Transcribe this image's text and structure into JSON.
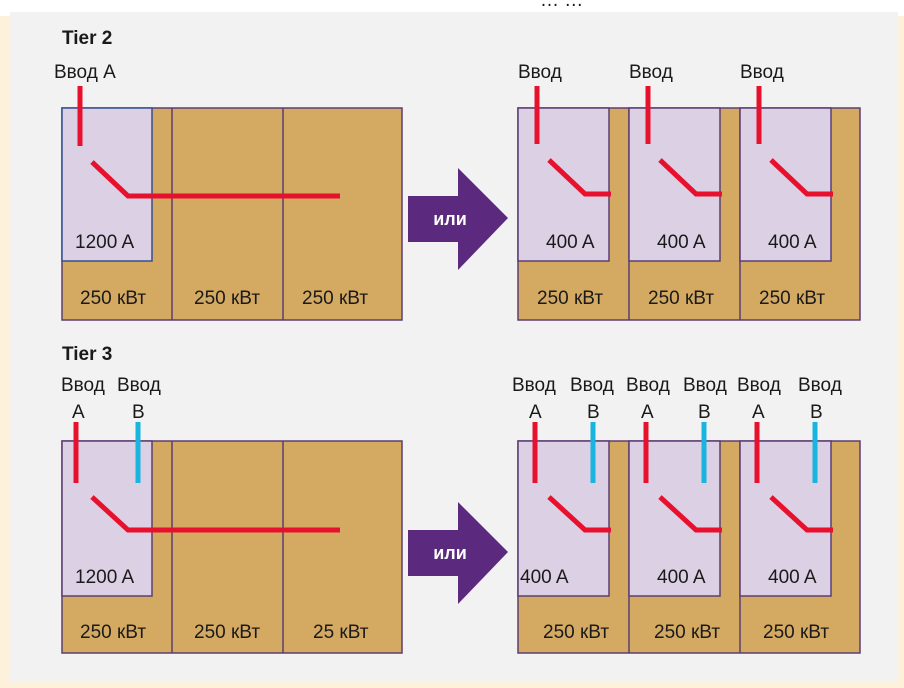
{
  "header_fragment": "… …",
  "sections": [
    {
      "title": "Tier 2",
      "left": {
        "feed_labels": [
          "Ввод  A"
        ],
        "breaker_rating": "1200 A",
        "loads": [
          "250 кВт",
          "250 кВт",
          "250 кВт"
        ]
      },
      "arrow_label": "или",
      "right": {
        "units": [
          {
            "feed_labels": [
              "Ввод"
            ],
            "breaker_rating": "400 A",
            "load": "250 кВт"
          },
          {
            "feed_labels": [
              "Ввод"
            ],
            "breaker_rating": "400 A",
            "load": "250 кВт"
          },
          {
            "feed_labels": [
              "Ввод"
            ],
            "breaker_rating": "400 A",
            "load": "250 кВт"
          }
        ]
      }
    },
    {
      "title": "Tier 3",
      "left": {
        "feed_labels": [
          "Ввод",
          "A",
          "Ввод",
          "B"
        ],
        "breaker_rating": "1200 A",
        "loads": [
          "250 кВт",
          "250 кВт",
          "25 кВт"
        ]
      },
      "arrow_label": "или",
      "right": {
        "units": [
          {
            "feed_labels": [
              "Ввод",
              "A",
              "Ввод",
              "B"
            ],
            "breaker_rating": "400 A",
            "load": "250 кВт"
          },
          {
            "feed_labels": [
              "Ввод",
              "A",
              "Ввод",
              "B"
            ],
            "breaker_rating": "400 A",
            "load": "250 кВт"
          },
          {
            "feed_labels": [
              "Ввод",
              "A",
              "Ввод",
              "B"
            ],
            "breaker_rating": "400 A",
            "load": "250 кВт"
          }
        ]
      }
    }
  ],
  "colors": {
    "background": "#fdf1dc",
    "panel": "#f2f2f2",
    "cabinet_fill": "#d4a962",
    "cabinet_border": "#5c3d73",
    "breaker_fill": "#dcd0e5",
    "breaker_border_main": "#35508f",
    "feed_a": "#e8112d",
    "feed_b": "#19b5de",
    "arrow": "#5b2a7e"
  }
}
